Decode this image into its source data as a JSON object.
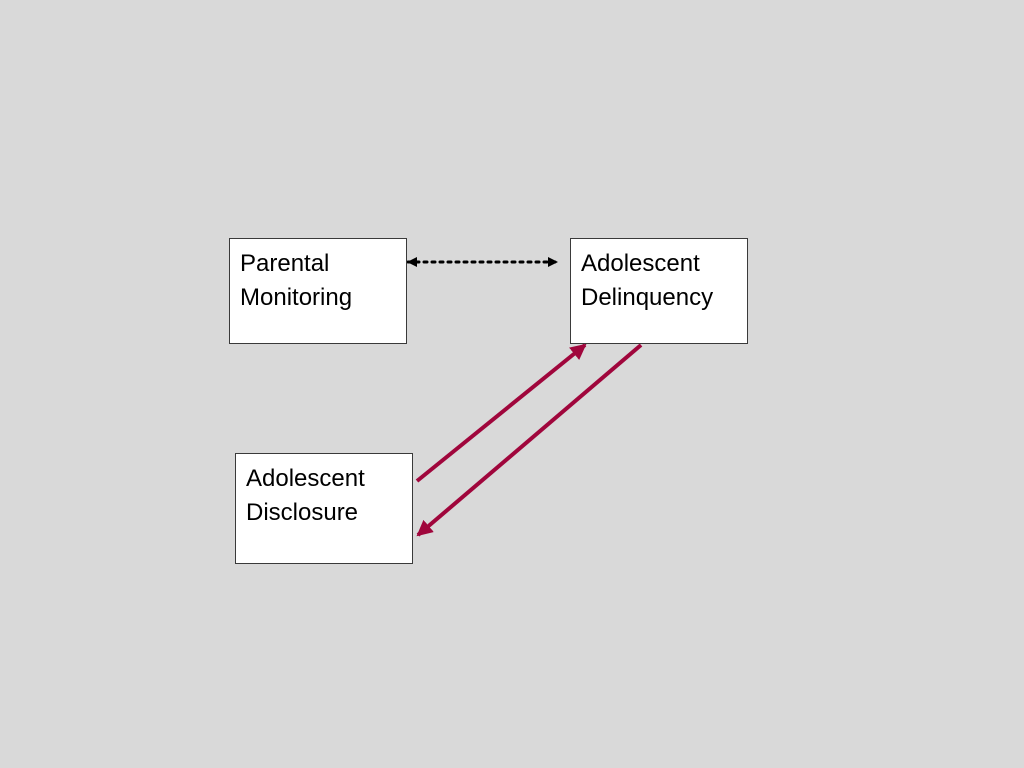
{
  "nodes": {
    "parental_monitoring": {
      "lines": [
        "Parental",
        "Monitoring"
      ]
    },
    "adolescent_delinquency": {
      "lines": [
        "Adolescent",
        "Delinquency"
      ]
    },
    "adolescent_disclosure": {
      "lines": [
        "Adolescent",
        "Disclosure"
      ]
    }
  },
  "edges": [
    {
      "from": "parental_monitoring",
      "to": "adolescent_delinquency",
      "style": "dotted",
      "bidirectional": true
    },
    {
      "from": "adolescent_disclosure",
      "to": "adolescent_delinquency",
      "style": "solid",
      "bidirectional": false
    },
    {
      "from": "adolescent_delinquency",
      "to": "adolescent_disclosure",
      "style": "solid",
      "bidirectional": false
    }
  ],
  "colors": {
    "background": "#d9d9d9",
    "box_fill": "#ffffff",
    "box_border": "#3a3a3a",
    "dotted_arrow": "#000000",
    "solid_arrow": "#a0063c"
  }
}
